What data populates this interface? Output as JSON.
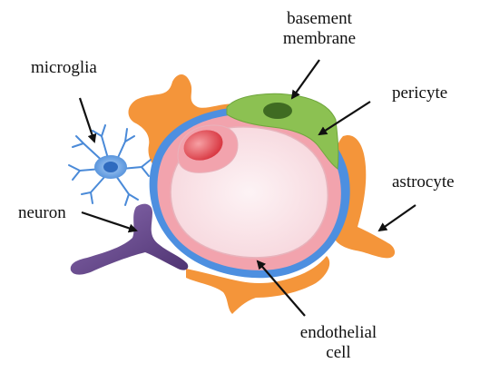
{
  "labels": {
    "basement_membrane_line1": "basement",
    "basement_membrane_line2": "membrane",
    "microglia": "microglia",
    "pericyte": "pericyte",
    "astrocyte": "astrocyte",
    "neuron": "neuron",
    "endothelial_line1": "endothelial",
    "endothelial_line2": "cell"
  },
  "colors": {
    "astrocyte": "#f4953a",
    "basement_membrane": "#4d8fe0",
    "endothelial_outer": "#f2a3ad",
    "lumen": "#fbe6ea",
    "nucleus": "#e8525a",
    "pericyte": "#8cc152",
    "pericyte_nucleus": "#3f6b22",
    "microglia": "#6fa8e8",
    "neuron": "#6a4a8c",
    "arrow": "#111111"
  }
}
